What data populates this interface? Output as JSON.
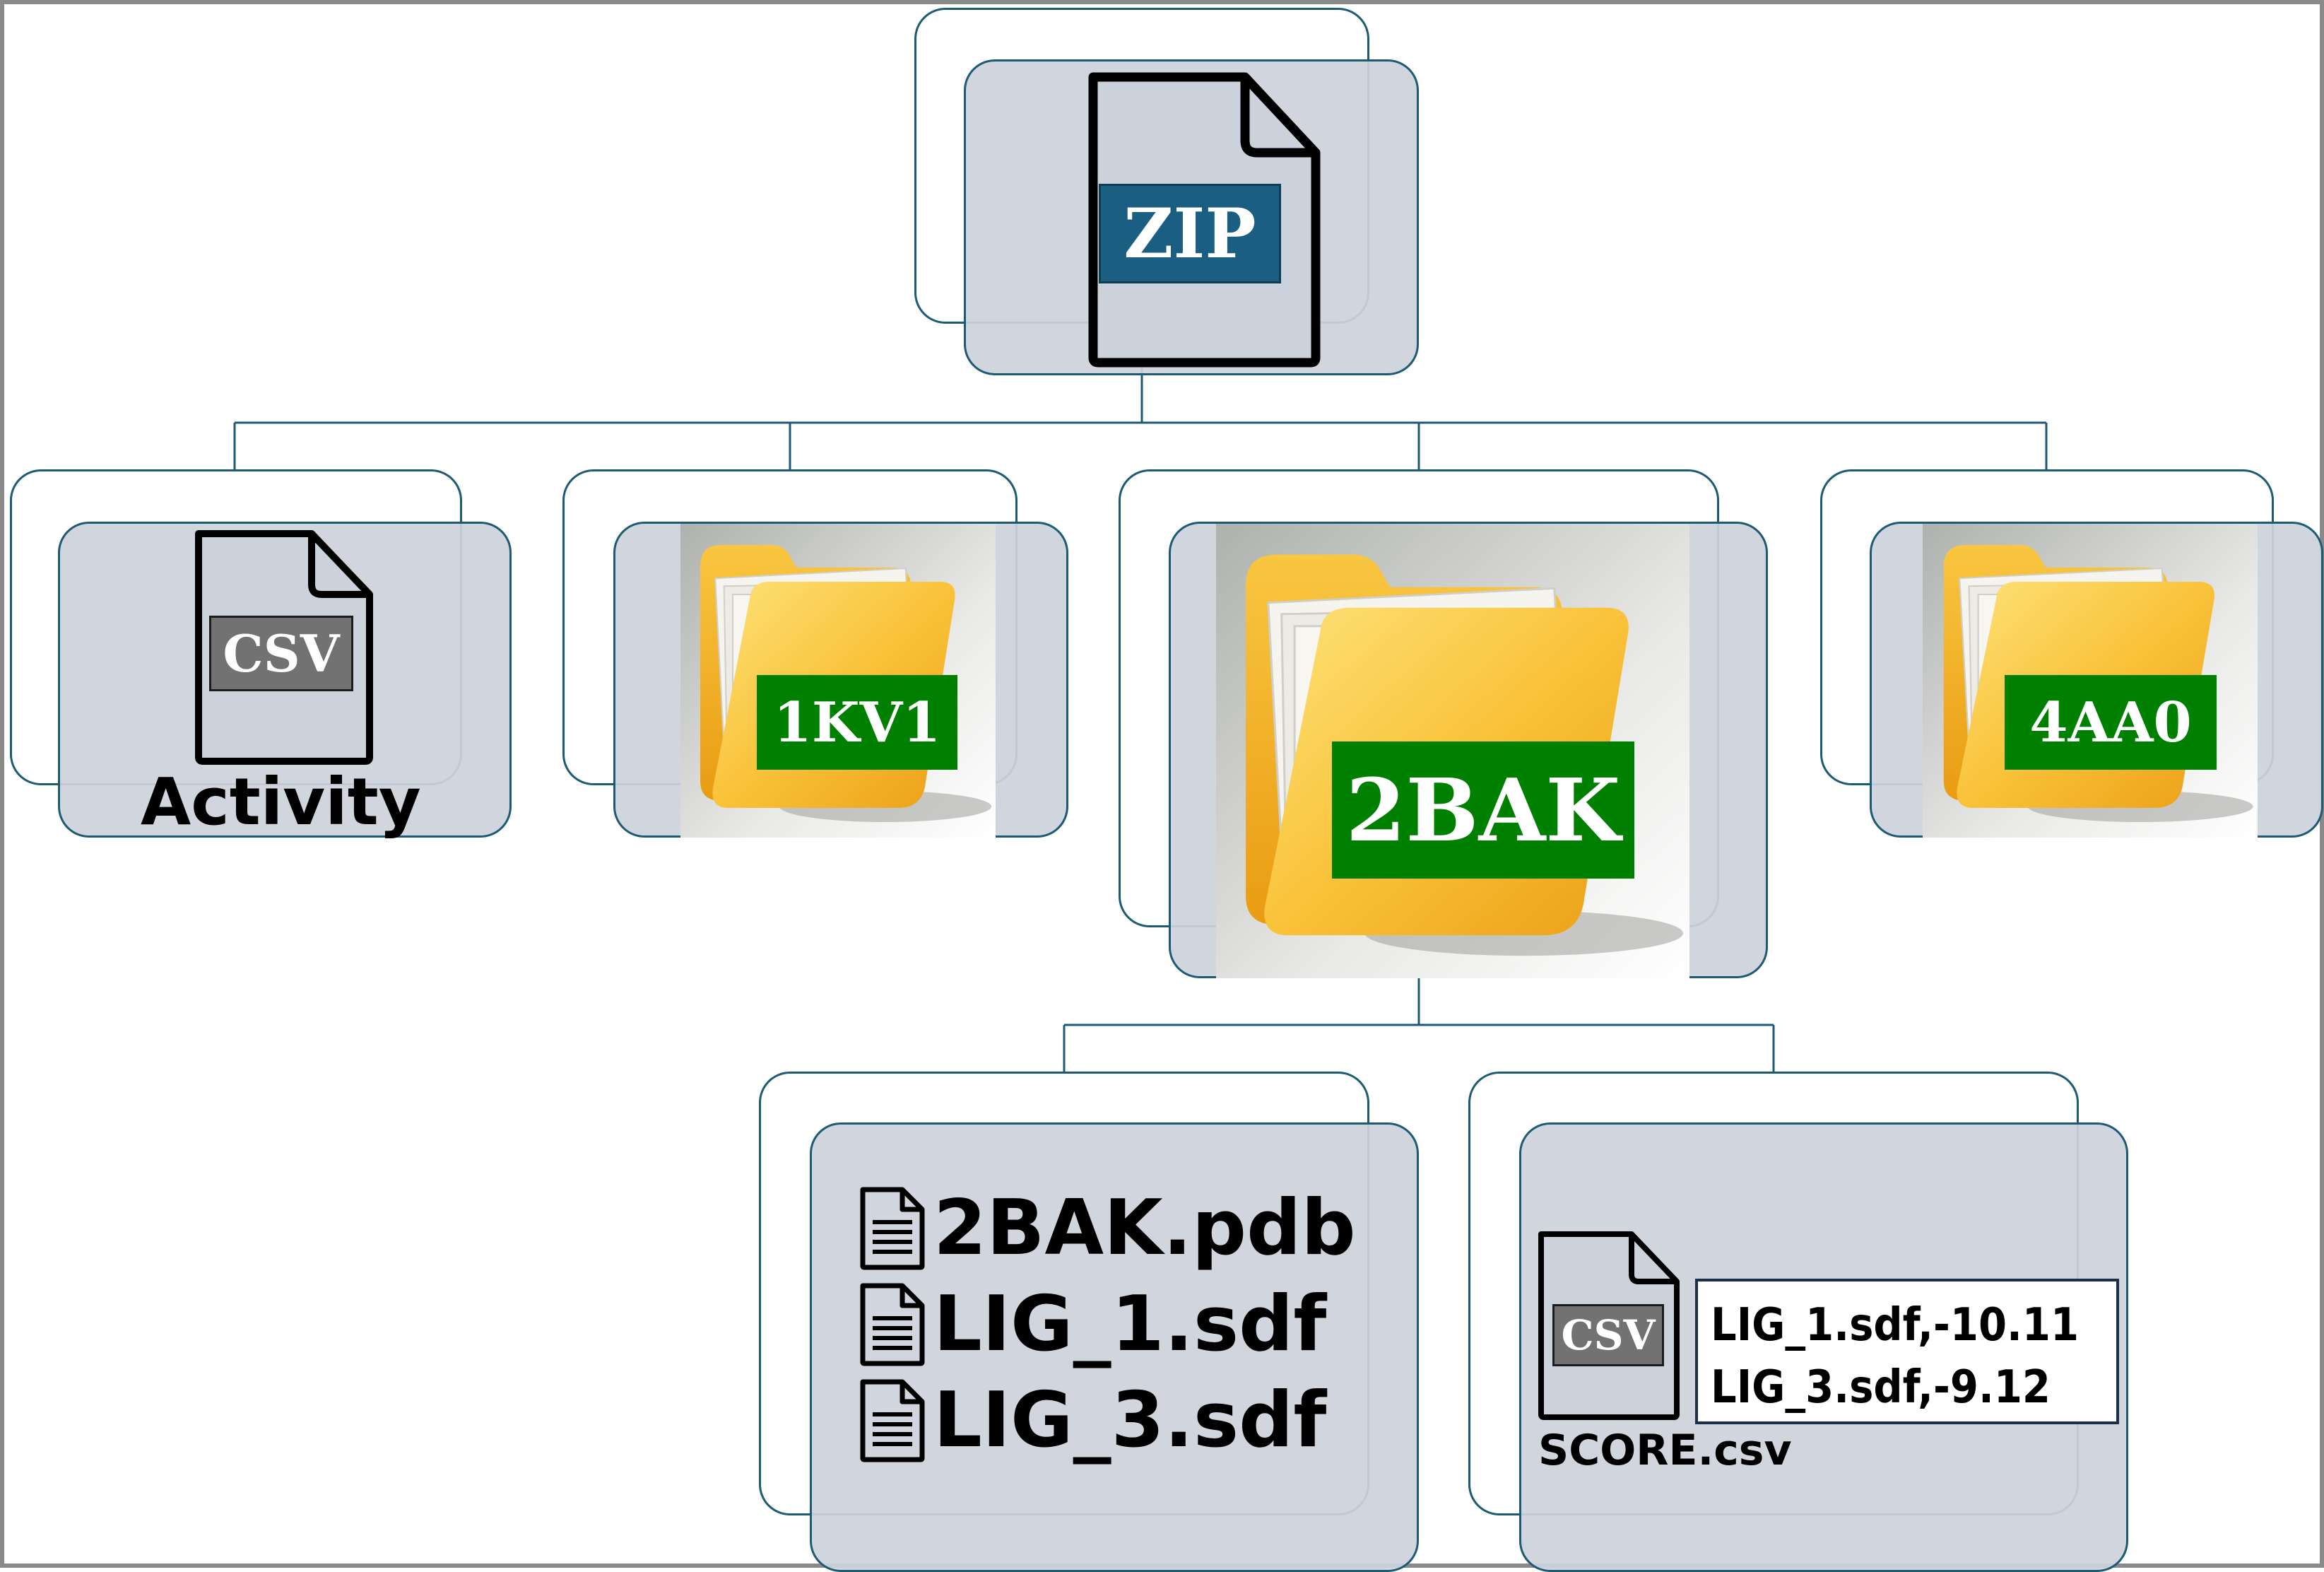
{
  "root": {
    "badge": "ZIP",
    "badge_color": "#1a5f82"
  },
  "children": [
    {
      "kind": "csv-file",
      "badge": "CSV",
      "badge_color": "#727272",
      "caption": "Activity"
    },
    {
      "kind": "folder",
      "label": "1KV1",
      "label_color": "#008000"
    },
    {
      "kind": "folder",
      "label": "2BAK",
      "label_color": "#008000"
    },
    {
      "kind": "folder",
      "label": "4AA0",
      "label_color": "#008000"
    }
  ],
  "folder_contents": {
    "files": [
      "2BAK.pdb",
      "LIG_1.sdf",
      "LIG_3.sdf"
    ],
    "score_file": {
      "badge": "CSV",
      "caption": "SCORE.csv",
      "lines": [
        "LIG_1.sdf,-10.11",
        "LIG_3.sdf,-9.12"
      ]
    }
  },
  "colors": {
    "node_fill": "#ccd2db",
    "node_border": "#1d5a73",
    "frame": "#8a8a8a"
  },
  "icons": [
    "zip-file-icon",
    "csv-file-icon",
    "folder-icon",
    "document-icon"
  ]
}
